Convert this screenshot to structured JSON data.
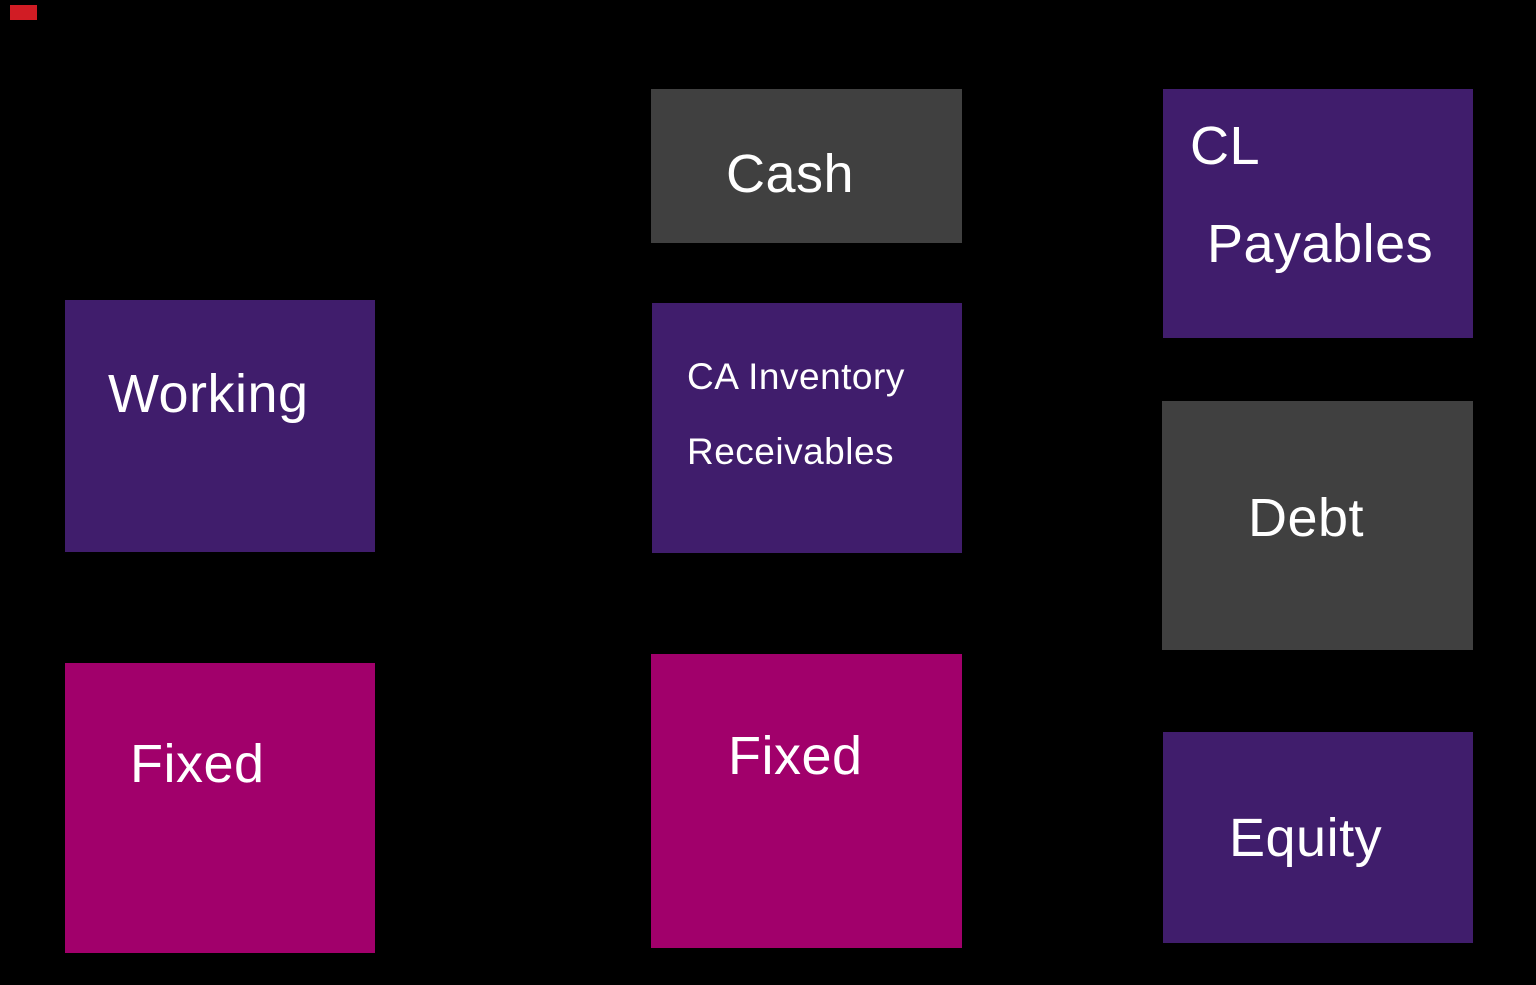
{
  "theme": {
    "background": "#000000",
    "purple": "#401d6c",
    "magenta": "#a1006b",
    "gray": "#404040",
    "text_color": "#ffffff",
    "indicator_red": "#d11c24"
  },
  "indicator": {
    "name": "recording-indicator",
    "color": "#d11c24"
  },
  "boxes": {
    "working": {
      "label": "Working",
      "color": "#401d6c"
    },
    "fixed_left": {
      "label": "Fixed",
      "color": "#a1006b"
    },
    "cash": {
      "label": "Cash",
      "color": "#404040"
    },
    "current_assets": {
      "label_line1": "CA Inventory",
      "label_line2": "Receivables",
      "color": "#401d6c"
    },
    "fixed_middle": {
      "label": "Fixed",
      "color": "#a1006b"
    },
    "cl_payables": {
      "label_line1": "CL",
      "label_line2": "Payables",
      "color": "#401d6c"
    },
    "debt": {
      "label": "Debt",
      "color": "#404040"
    },
    "equity": {
      "label": "Equity",
      "color": "#401d6c"
    }
  }
}
